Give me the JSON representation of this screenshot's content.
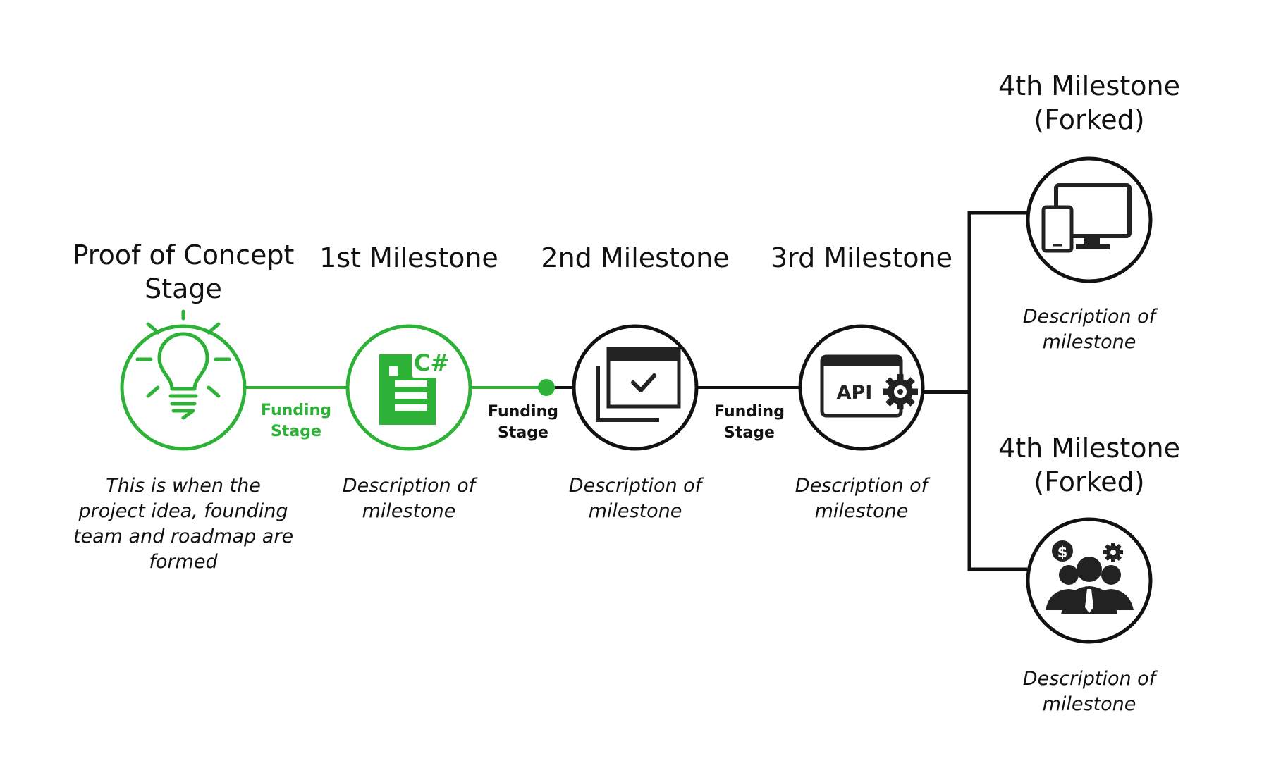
{
  "colors": {
    "green": "#2db136",
    "black": "#111111"
  },
  "stages": [
    {
      "title": "Proof of Concept\nStage",
      "description": "This is when the project idea, founding team and roadmap are formed",
      "icon": "lightbulb-icon",
      "color": "green"
    },
    {
      "title": "1st Milestone",
      "description": "Description of milestone",
      "icon": "csharp-document-icon",
      "color": "green",
      "icon_text": "C#"
    },
    {
      "title": "2nd Milestone",
      "description": "Description of milestone",
      "icon": "window-check-icon",
      "color": "black"
    },
    {
      "title": "3rd Milestone",
      "description": "Description of milestone",
      "icon": "api-gear-icon",
      "color": "black",
      "icon_text": "API"
    },
    {
      "title": "4th Milestone\n(Forked)",
      "description": "Description of milestone",
      "icon": "devices-icon",
      "color": "black"
    },
    {
      "title": "4th Milestone\n(Forked)",
      "description": "Description of milestone",
      "icon": "team-business-icon",
      "color": "black",
      "icon_text": "$"
    }
  ],
  "connectors": [
    {
      "label": "Funding\nStage",
      "color": "green"
    },
    {
      "label": "Funding\nStage",
      "color": "black"
    },
    {
      "label": "Funding\nStage",
      "color": "black"
    }
  ]
}
